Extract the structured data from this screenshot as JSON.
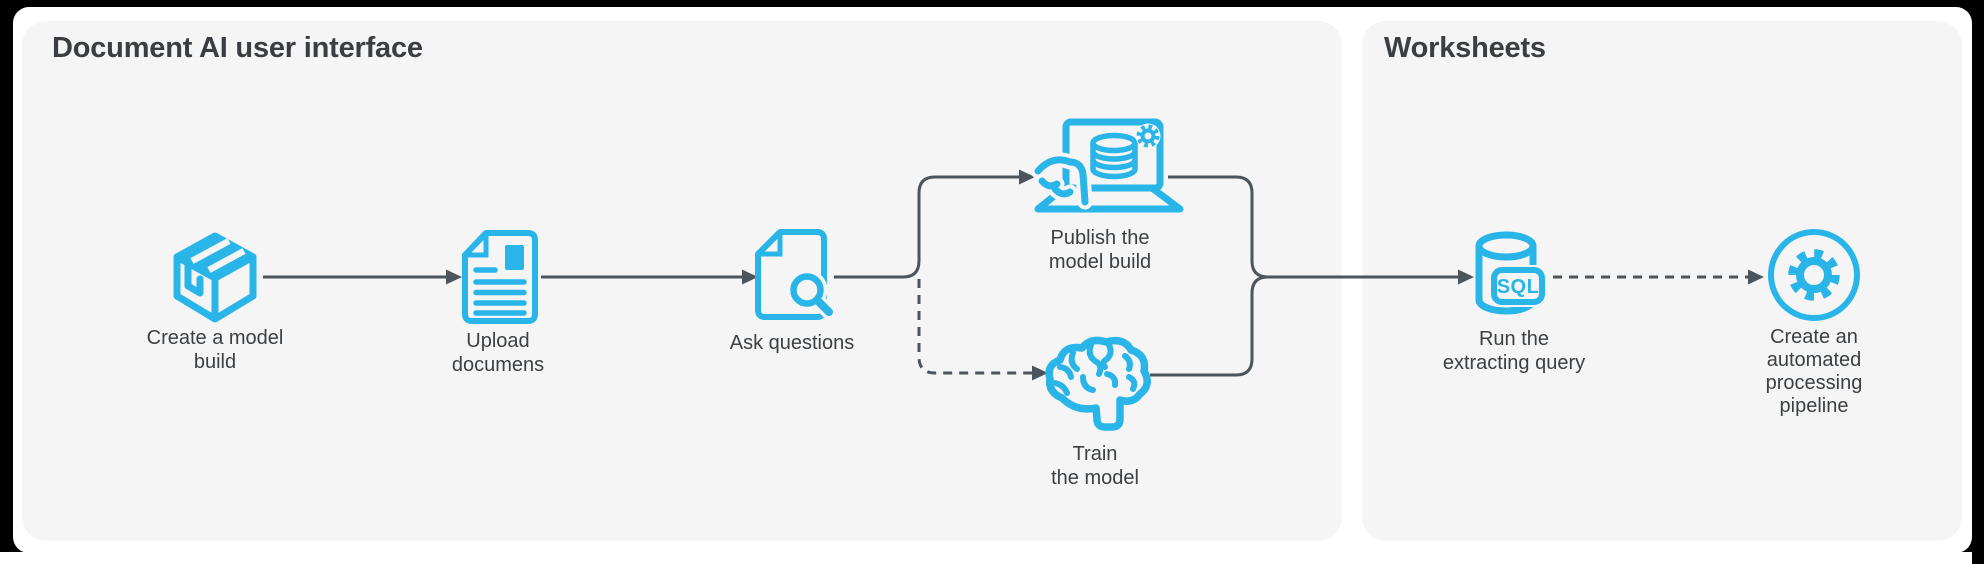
{
  "panels": {
    "doc_ai": {
      "title": "Document AI user interface"
    },
    "worksheets": {
      "title": "Worksheets"
    }
  },
  "nodes": {
    "create": {
      "icon": "package-icon",
      "lines": [
        "Create a model",
        "build"
      ]
    },
    "upload": {
      "icon": "document-icon",
      "lines": [
        "Upload",
        "documens"
      ]
    },
    "ask": {
      "icon": "document-search-icon",
      "lines": [
        "Ask questions"
      ]
    },
    "publish": {
      "icon": "publish-laptop-icon",
      "lines": [
        "Publish the",
        "model build"
      ]
    },
    "train": {
      "icon": "brain-icon",
      "lines": [
        "Train",
        "the model"
      ]
    },
    "run": {
      "icon": "sql-database-icon",
      "badge": "SQL",
      "lines": [
        "Run the",
        "extracting query"
      ]
    },
    "pipeline": {
      "icon": "gear-pipeline-icon",
      "lines": [
        "Create an",
        "automated",
        "processing",
        "pipeline"
      ]
    }
  },
  "edges": [
    {
      "from": "create",
      "to": "upload",
      "style": "solid"
    },
    {
      "from": "upload",
      "to": "ask",
      "style": "solid"
    },
    {
      "from": "ask",
      "to": "publish",
      "style": "solid"
    },
    {
      "from": "ask",
      "to": "train",
      "style": "dashed"
    },
    {
      "from": "publish",
      "to": "run",
      "style": "solid"
    },
    {
      "from": "train",
      "to": "run",
      "style": "solid"
    },
    {
      "from": "run",
      "to": "pipeline",
      "style": "dashed"
    }
  ],
  "colors": {
    "accent": "#29B5E8",
    "connector": "#4C545C",
    "panel_bg": "#F5F5F6",
    "card_bg": "#FFFFFF",
    "frame_bg": "#000000",
    "title_text": "#3A3D41",
    "label_text": "#3C4043"
  }
}
